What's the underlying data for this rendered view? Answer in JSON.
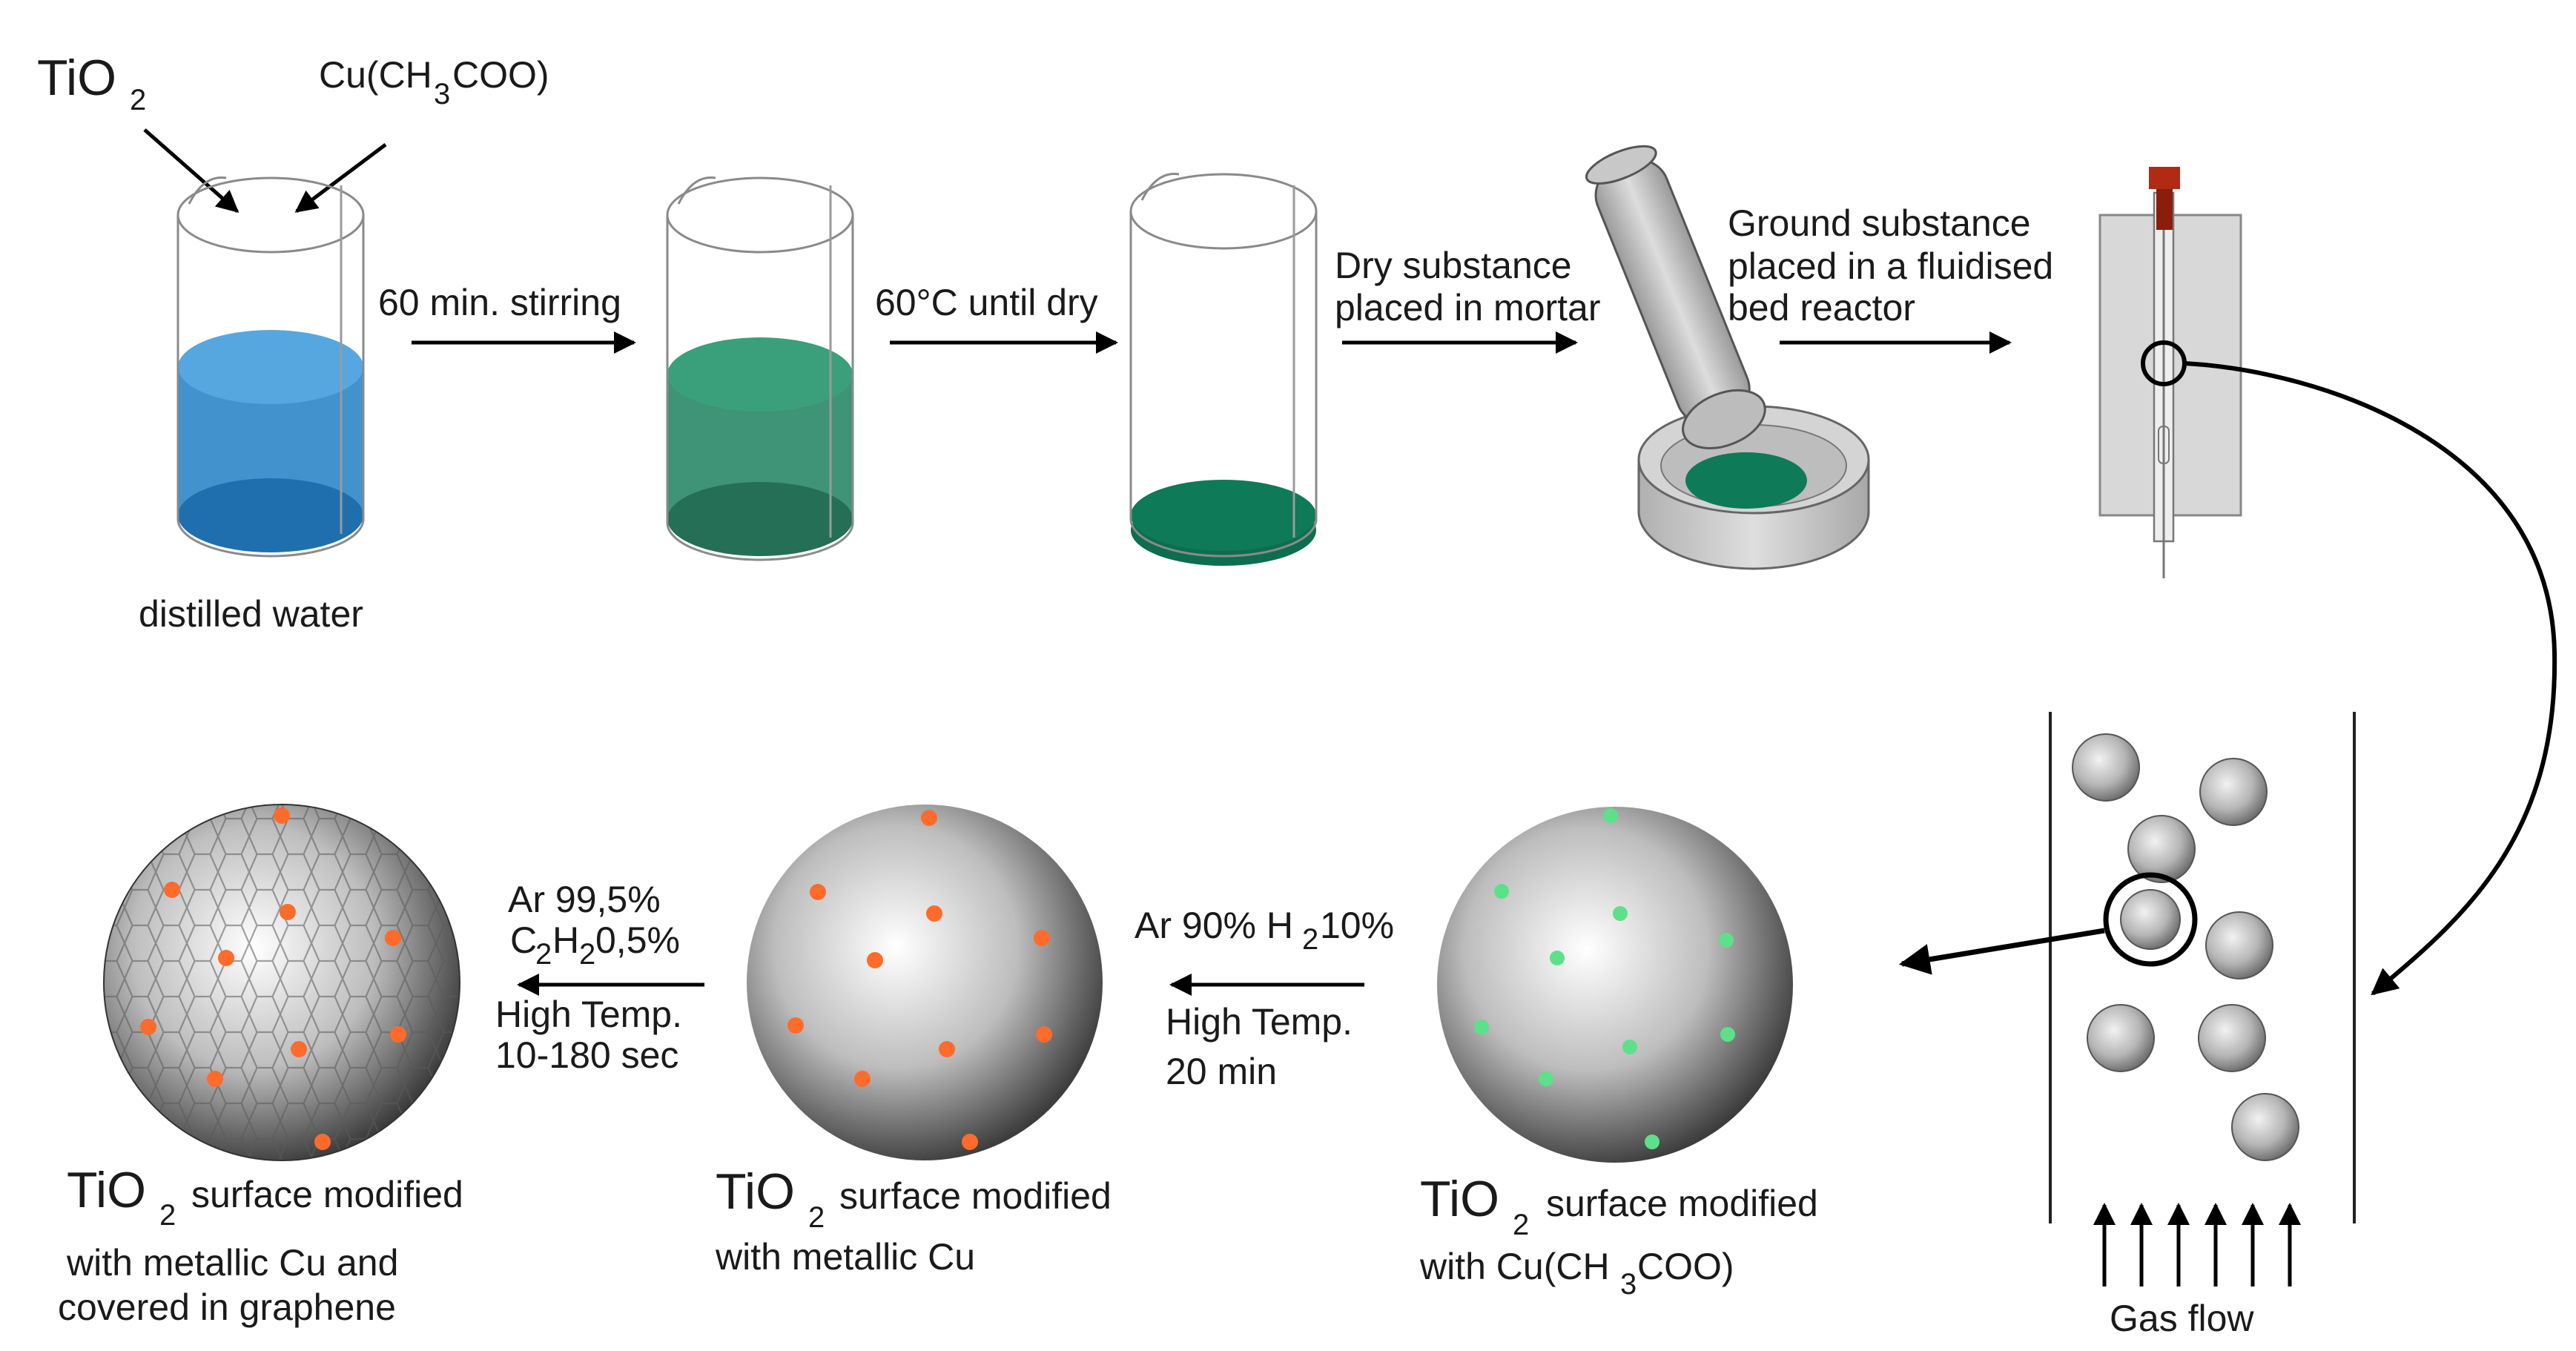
{
  "labels": {
    "tio2_main": "TiO",
    "tio2_sub": "2",
    "cuac_pre": "Cu(CH",
    "cuac_sub": "3",
    "cuac_post": "COO)",
    "distilled_water": "distilled water",
    "step1": "60 min. stirring",
    "step2": "60°C until dry",
    "step3_l1": "Dry substance",
    "step3_l2": "placed in mortar",
    "step4_l1": "Ground substance",
    "step4_l2": "placed in a fluidised",
    "step4_l3": "bed reactor",
    "gas_flow": "Gas flow"
  },
  "particles": [
    {
      "title_main": "TiO",
      "title_sub": "2",
      "title_rest": "surface modified",
      "line2_pre": "with Cu(CH",
      "line2_sub": "3",
      "line2_post": "COO)"
    },
    {
      "title_main": "TiO",
      "title_sub": "2",
      "title_rest": "surface modified",
      "line2": "with metallic Cu"
    },
    {
      "title_main": "TiO",
      "title_sub": "2",
      "title_rest": "surface modified",
      "line2": "with metallic Cu and",
      "line3": "covered in graphene"
    }
  ],
  "reactions": {
    "r1": {
      "l1_pre": "Ar 90% H",
      "l1_sub": "2",
      "l1_post": " 10%",
      "l2": "High Temp.",
      "l3": "20 min"
    },
    "r2": {
      "l1": "Ar 99,5%",
      "l2_a": "C",
      "l2_s1": "2",
      "l2_b": "H",
      "l2_s2": "2",
      "l2_c": " 0,5%",
      "l3": "High Temp.",
      "l4": "10-180 sec"
    }
  },
  "colors": {
    "blue_solution": "#2e86c8",
    "green_solution": "#2f8a6a",
    "dark_green": "#0e7a58",
    "copper_dot": "#ff6b2b",
    "acetate_dot": "#5de08a",
    "reactor_cap": "#b02a14"
  }
}
